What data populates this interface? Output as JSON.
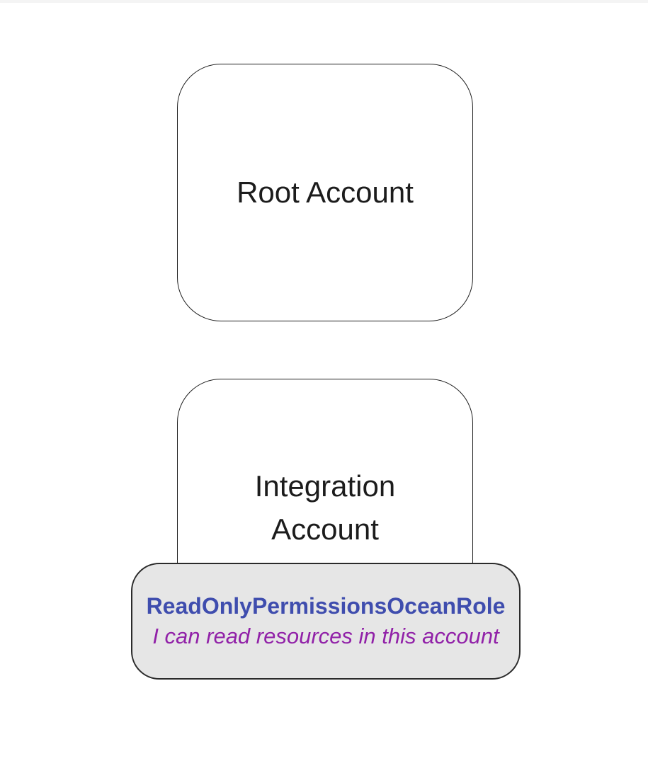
{
  "page": {
    "background_color": "#ffffff",
    "top_strip_color": "#f4f4f4"
  },
  "diagram": {
    "root_account": {
      "label": "Root Account",
      "fill": "#ffffff",
      "border_color": "#1f1f1f",
      "text_color": "#1c1c1c"
    },
    "integration_account": {
      "label_line1": "Integration",
      "label_line2": "Account",
      "fill": "#ffffff",
      "border_color": "#1f1f1f",
      "text_color": "#1c1c1c"
    },
    "role_badge": {
      "name": "ReadOnlyPermissionsOceanRole",
      "description": "I can read resources in this account",
      "fill": "#e6e6e6",
      "border_color": "#2b2b2b",
      "name_color": "#3f4dae",
      "description_color": "#9121a8"
    }
  }
}
